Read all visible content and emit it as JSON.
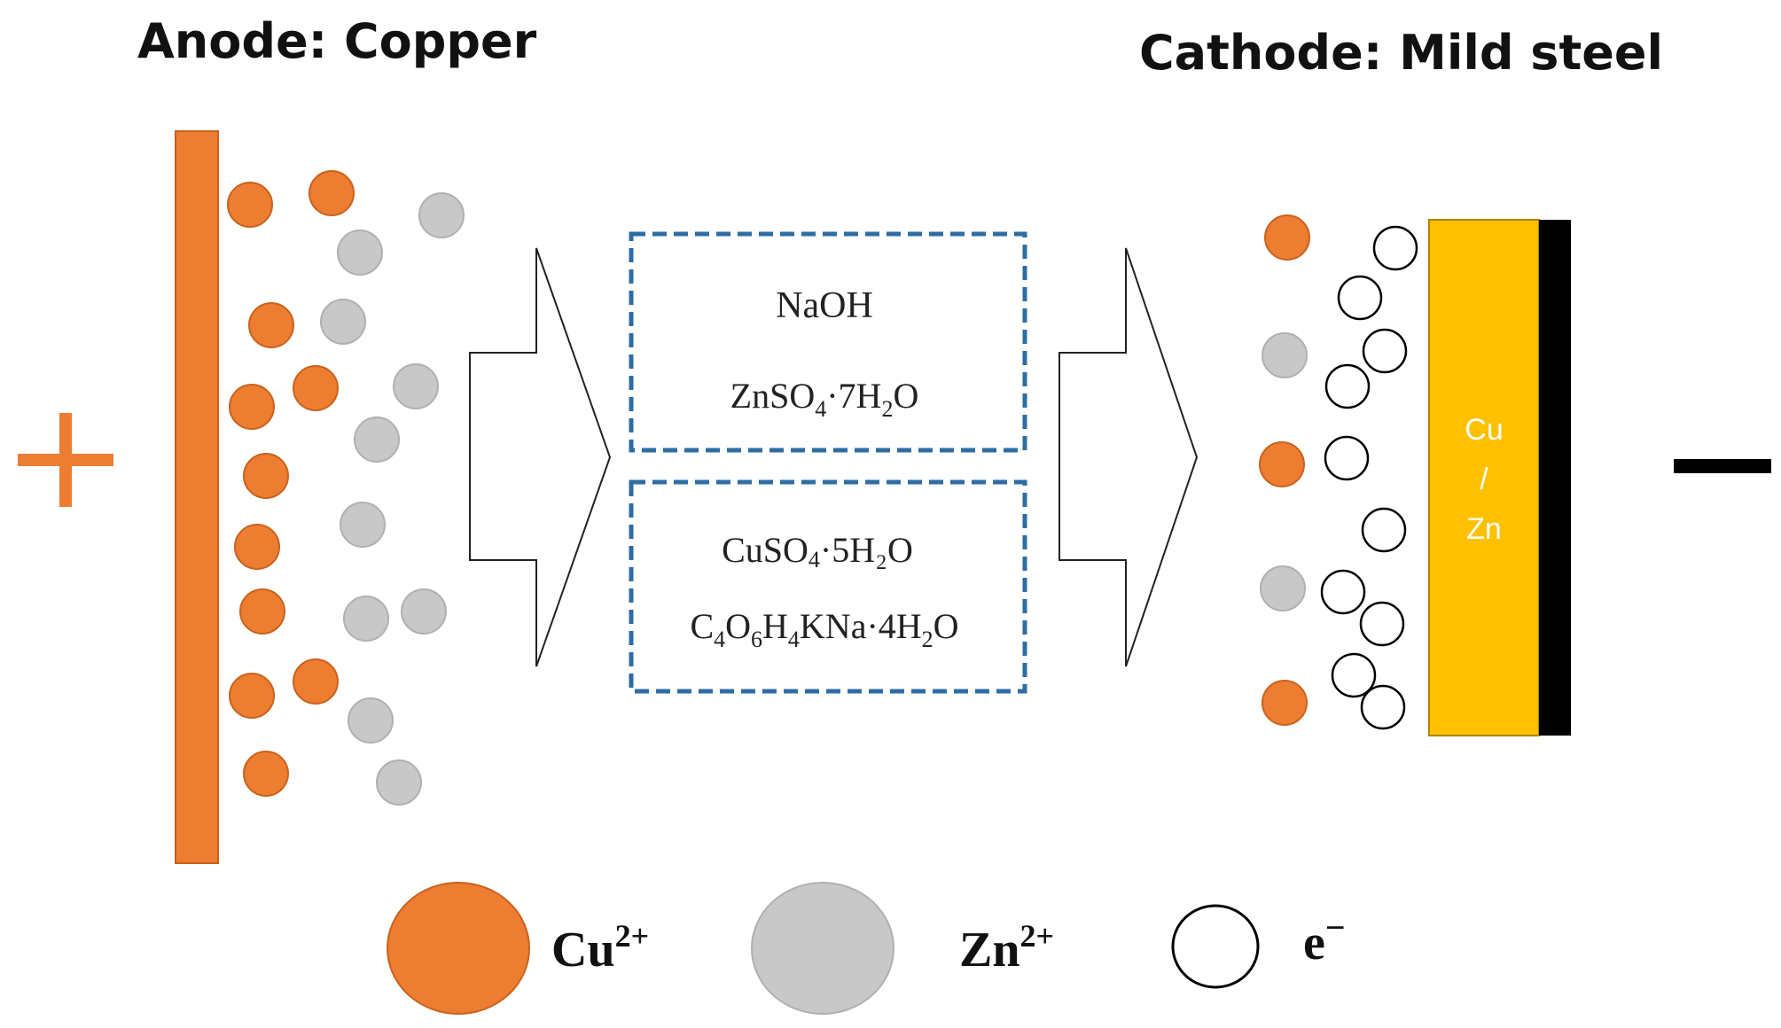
{
  "headings": {
    "anode": "Anode: Copper",
    "cathode": "Cathode: Mild steel"
  },
  "terminals": {
    "positive": "+",
    "negative": "—"
  },
  "bath": {
    "box1": {
      "line1": "NaOH",
      "line2": {
        "base": "ZnSO",
        "sub1": "4",
        "mid": "·7H",
        "sub2": "2",
        "end": "O"
      }
    },
    "box2": {
      "line1": {
        "base": "CuSO",
        "sub1": "4",
        "end": "·5H₂O"
      },
      "line2": {
        "p1": "C",
        "s1": "4",
        "p2": "O",
        "s2": "6",
        "p3": "H",
        "s3": "4",
        "p4": "KNa·4H",
        "s4": "2",
        "p5": "O"
      }
    }
  },
  "deposit": {
    "line1": "Cu",
    "line2": "/",
    "line3": "Zn"
  },
  "legend": {
    "cu": {
      "base": "Cu",
      "sup": "2+"
    },
    "zn": {
      "base": "Zn",
      "sup": "2+"
    },
    "e": {
      "base": "e",
      "sup": "−"
    }
  },
  "colors": {
    "copper": "#ED7D31",
    "copper_edge": "#C9621E",
    "zinc": "#C8C8C8",
    "zinc_edge": "#B0B0B0",
    "electron": "#FFFFFF",
    "deposit": "#FFC000",
    "steel": "#000000",
    "box_border": "#2E6DA4"
  }
}
